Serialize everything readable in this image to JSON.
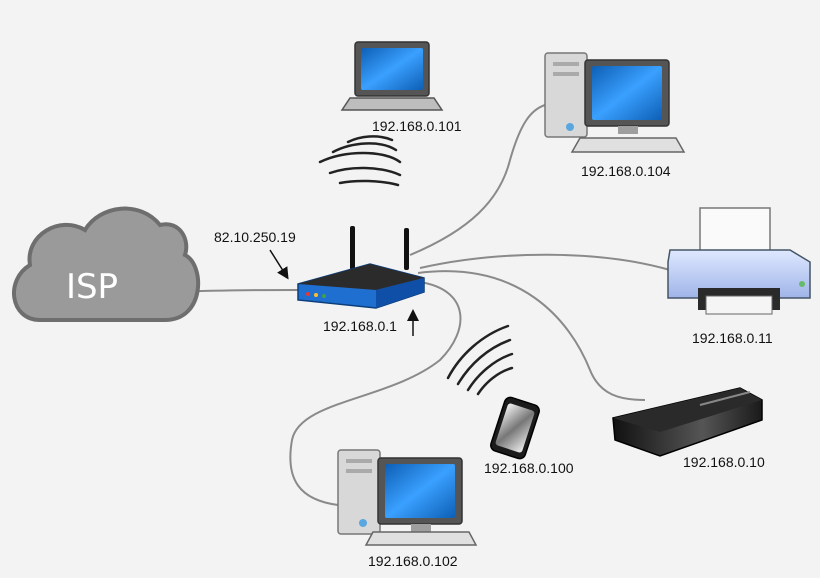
{
  "isp": {
    "label": "ISP"
  },
  "router": {
    "wan_ip": "82.10.250.19",
    "lan_ip": "192.168.0.1"
  },
  "devices": {
    "laptop": {
      "ip": "192.168.0.101"
    },
    "desktop_top": {
      "ip": "192.168.0.104"
    },
    "printer": {
      "ip": "192.168.0.11"
    },
    "console": {
      "ip": "192.168.0.10"
    },
    "phone": {
      "ip": "192.168.0.100"
    },
    "desktop_bottom": {
      "ip": "192.168.0.102"
    }
  },
  "colors": {
    "cable": "#8a8a8a",
    "cloud": "#9a9a9a",
    "router": "#1f6fd0",
    "screen": "#1e88e5"
  }
}
